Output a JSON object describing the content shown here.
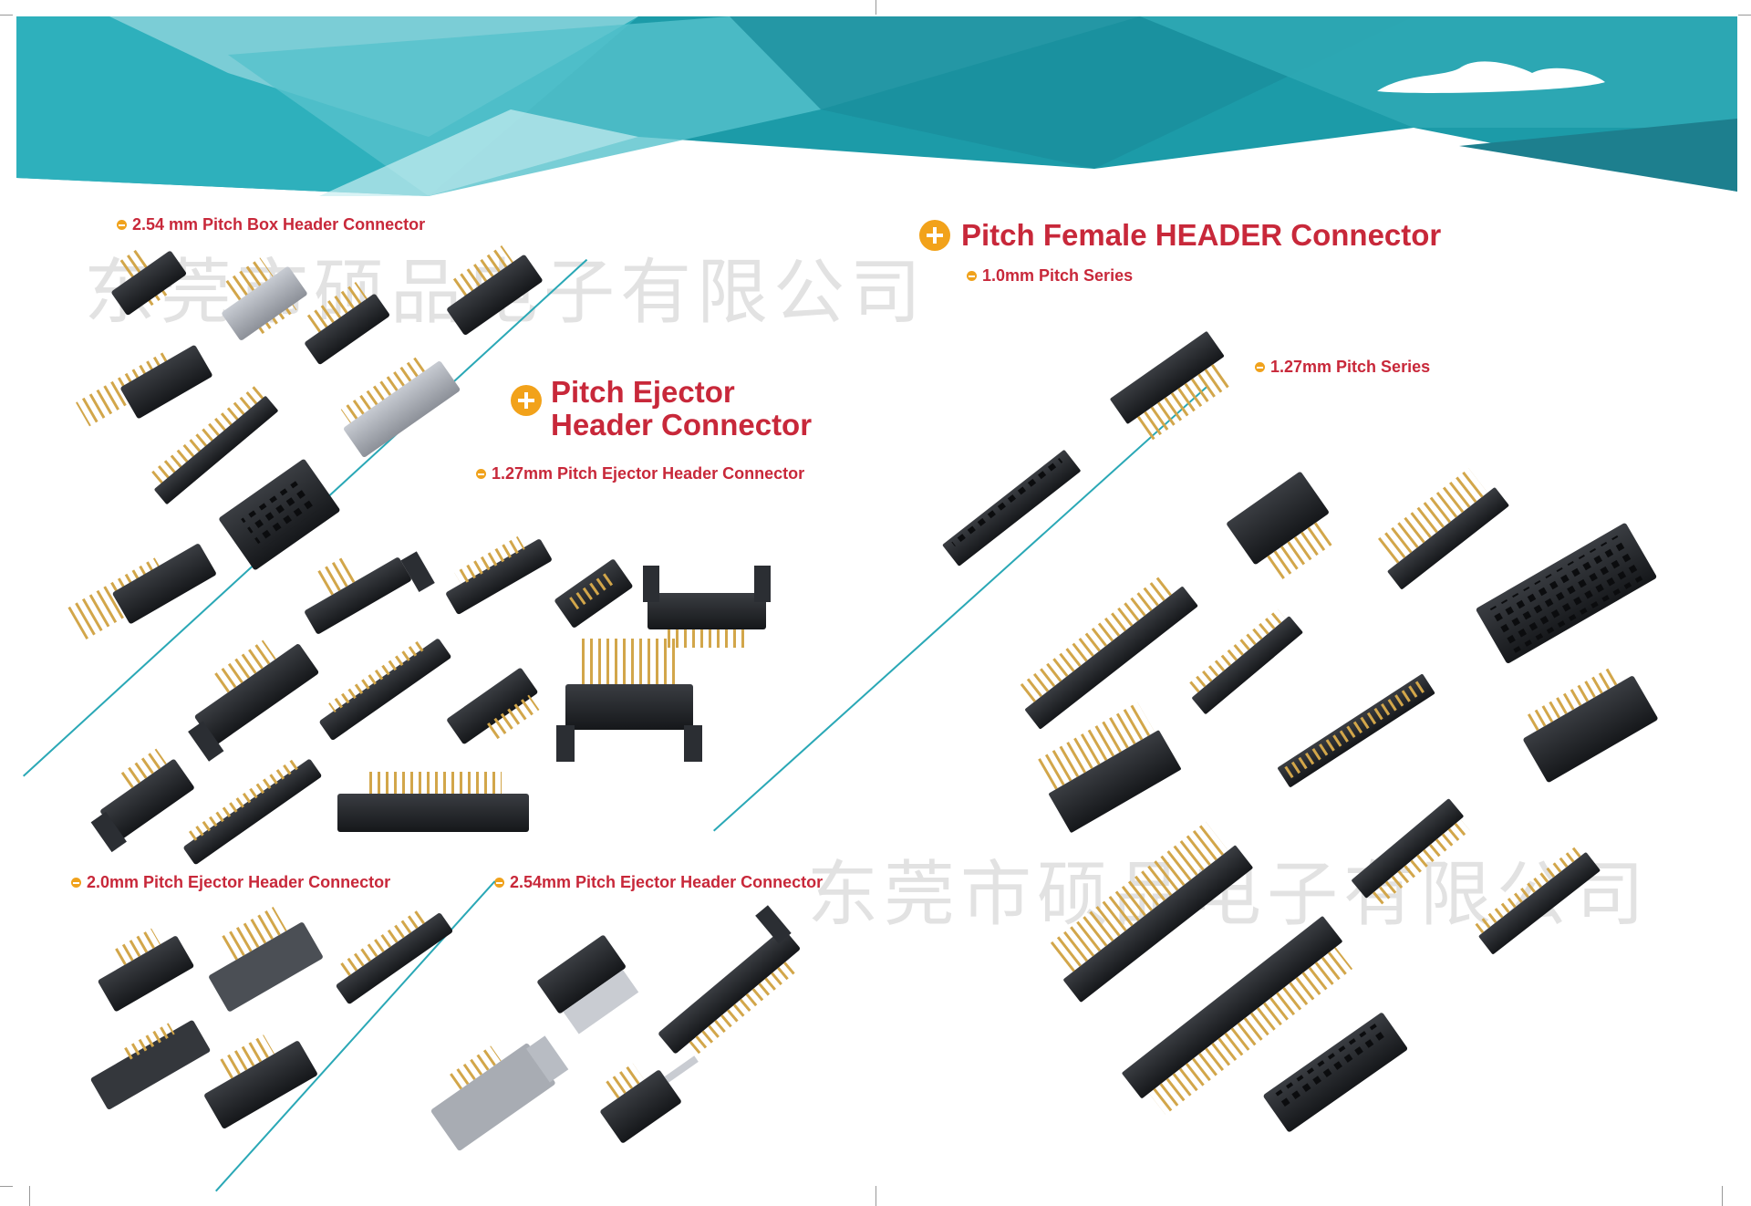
{
  "colors": {
    "accent_red": "#c8283a",
    "accent_orange": "#f2a21a",
    "teal": "#2aa8b6"
  },
  "box_header": {
    "label": "2.54 mm Pitch Box Header Connector"
  },
  "ejector": {
    "title_line1": "Pitch Ejector",
    "title_line2": "Header Connector",
    "sub_127": "1.27mm Pitch Ejector Header Connector",
    "sub_20": "2.0mm Pitch Ejector Header Connector",
    "sub_254": "2.54mm Pitch Ejector Header Connector"
  },
  "female": {
    "title": "Pitch Female HEADER Connector",
    "sub_10": "1.0mm Pitch Series",
    "sub_127": "1.27mm Pitch Series"
  },
  "watermarks": {
    "top": "东莞市硕品电子有限公司",
    "bottom": "东莞市硕品电子有限公司"
  },
  "icons": {
    "plus": "plus-circle-icon",
    "bullet": "minus-circle-icon"
  }
}
